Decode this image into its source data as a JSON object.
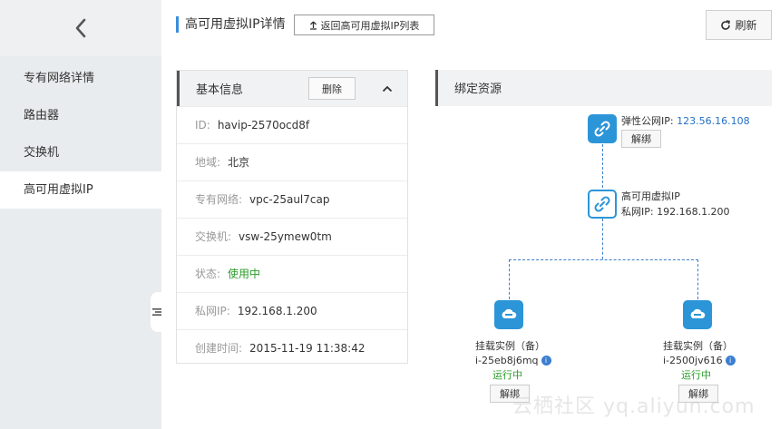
{
  "sidebar": {
    "items": [
      {
        "label": "专有网络详情"
      },
      {
        "label": "路由器"
      },
      {
        "label": "交换机"
      },
      {
        "label": "高可用虚拟IP"
      }
    ]
  },
  "header": {
    "title": "高可用虚拟IP详情",
    "back_label": "返回高可用虚拟IP列表",
    "refresh_label": "刷新"
  },
  "basic_info": {
    "title": "基本信息",
    "delete_label": "删除",
    "rows": [
      {
        "label": "ID:",
        "value": "havip-2570ocd8f"
      },
      {
        "label": "地域:",
        "value": "北京"
      },
      {
        "label": "专有网络:",
        "value": "vpc-25aul7cap"
      },
      {
        "label": "交换机:",
        "value": "vsw-25ymew0tm"
      },
      {
        "label": "状态:",
        "value": "使用中"
      },
      {
        "label": "私网IP:",
        "value": "192.168.1.200"
      },
      {
        "label": "创建时间:",
        "value": "2015-11-19 11:38:42"
      }
    ]
  },
  "bound_resources": {
    "title": "绑定资源",
    "eip": {
      "label": "弹性公网IP:",
      "ip": "123.56.16.108",
      "unbind": "解绑"
    },
    "havip": {
      "name": "高可用虚拟IP",
      "private_ip": "私网IP: 192.168.1.200"
    },
    "instances": [
      {
        "role": "挂载实例（备）",
        "id": "i-25eb8j6mq",
        "status": "运行中",
        "unbind": "解绑"
      },
      {
        "role": "挂载实例（备）",
        "id": "i-2500jv616",
        "status": "运行中",
        "unbind": "解绑"
      }
    ]
  },
  "watermark": "云栖社区 yq.aliyun.com",
  "colors": {
    "accent": "#2c95d8",
    "status_green": "#2b9c2b",
    "link_blue": "#2470c6"
  }
}
